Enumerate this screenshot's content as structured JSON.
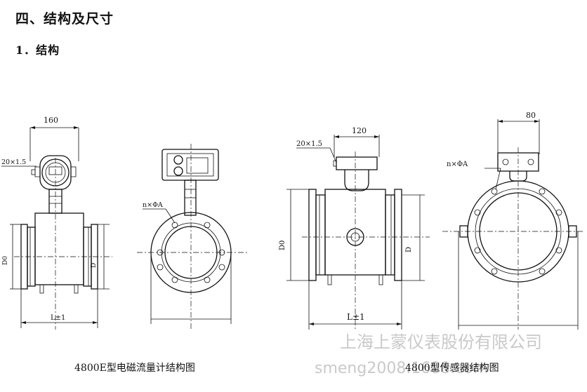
{
  "heading": "四、结构及尺寸",
  "subheading": "1．结构",
  "fig1": {
    "caption": "4800E型电磁流量计结构图",
    "dim_top": "160",
    "thread": "20×1.5",
    "d0": "D0",
    "d": "D",
    "length": "L±1"
  },
  "fig2": {
    "holes": "n×ΦA"
  },
  "fig3": {
    "caption": "4800型传感器结构图",
    "dim_top": "120",
    "thread": "20×1.5",
    "d0": "D0",
    "d": "D",
    "length": "L±1"
  },
  "fig4": {
    "dim_top": "80",
    "holes": "n×ΦA"
  },
  "watermark": {
    "company": "上海上蒙仪表股份有限公司",
    "site": "smeng2008.1688.com"
  }
}
